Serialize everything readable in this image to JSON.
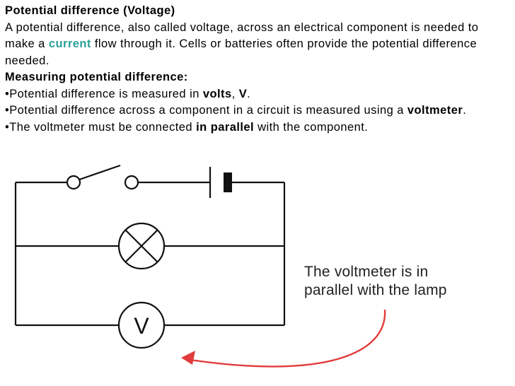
{
  "heading": "Potential difference (Voltage)",
  "intro": {
    "part1": "A potential difference, also called voltage, across an electrical component is needed to make a ",
    "highlight": "current",
    "part2": " flow through it. Cells or batteries often provide the potential difference needed."
  },
  "measuring_heading": "Measuring potential difference:",
  "bullets": [
    {
      "pre": "•Potential difference is measured in ",
      "b1": "volts",
      "mid": ", ",
      "b2": "V",
      "post": "."
    },
    {
      "pre": "•Potential difference across a component in a circuit is measured using a ",
      "b1": "voltmeter",
      "post": "."
    },
    {
      "pre": "•The voltmeter must be connected ",
      "b1": "in parallel",
      "post": " with the component."
    }
  ],
  "diagram": {
    "voltmeter_symbol": "V",
    "callout_line1": "The voltmeter is in",
    "callout_line2": "parallel with the lamp",
    "arrow_color": "#e23b3b",
    "highlight_color": "#2aa198"
  }
}
